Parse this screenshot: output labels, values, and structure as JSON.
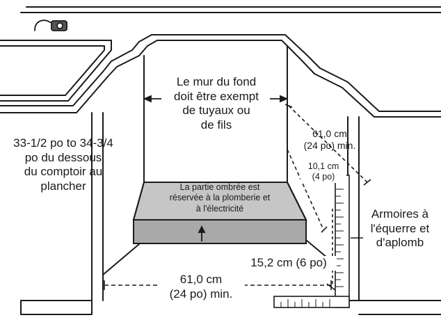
{
  "labels": {
    "back_wall": "Le mur du fond\ndoit être exempt\nde tuyaux ou\nde fils",
    "counter_height": "33-1/2 po to 34-3/4\npo du dessous\ndu comptoir au\nplancher",
    "shaded_area": "La partie ombrée est\nréservée à la plomberie et\nà l'électricité",
    "depth": "61,0 cm\n(24 po) min.",
    "side_clearance": "10,1 cm\n(4 po)",
    "cabinets": "Armoires à\nl'équerre et\nd'aplomb",
    "floor_clearance": "15,2 cm (6 po)",
    "width": "61,0 cm\n(24 po) min."
  },
  "colors": {
    "line": "#1a1a1a",
    "shaded": "#a9a9a9",
    "background": "#ffffff"
  },
  "icons": [
    "faucet-icon",
    "carpenter-square-icon"
  ]
}
